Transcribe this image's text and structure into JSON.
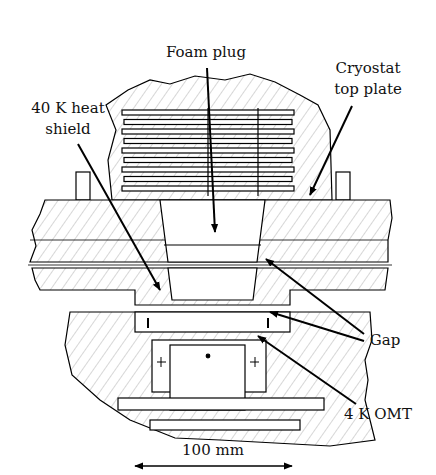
{
  "diagram": {
    "labels": [
      "Foam plug",
      "Cryostat top plate",
      "40 K heat shield",
      "Gap",
      "4 K OMT",
      "100 mm"
    ]
  }
}
